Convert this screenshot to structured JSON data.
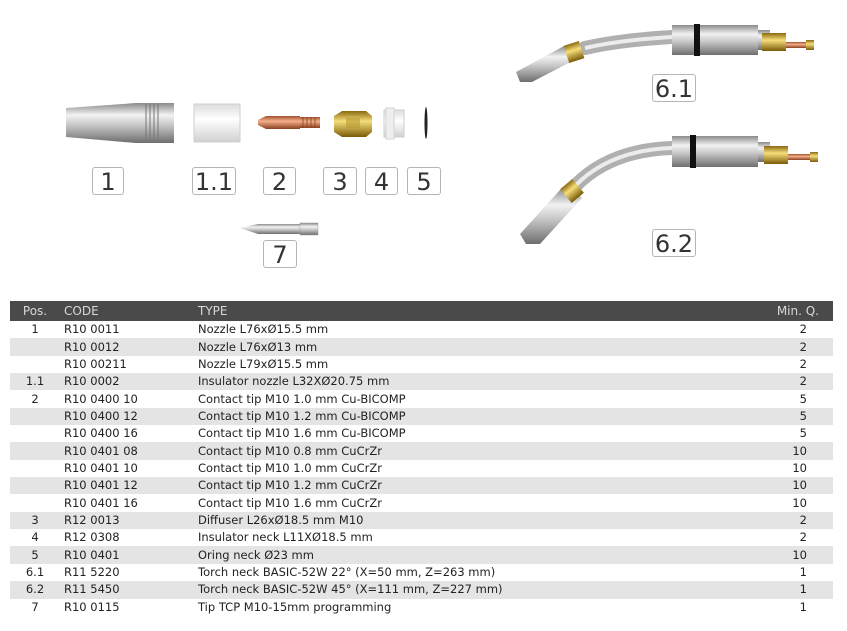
{
  "position_labels": [
    "1",
    "1.1",
    "2",
    "3",
    "4",
    "5",
    "7",
    "6.1",
    "6.2"
  ],
  "table": {
    "headers": {
      "pos": "Pos.",
      "code": "CODE",
      "type": "TYPE",
      "min_q": "Min. Q."
    },
    "rows": [
      {
        "pos": "1",
        "code": "R10 0011",
        "type": "Nozzle L76xØ15.5 mm",
        "min_q": "2"
      },
      {
        "pos": "",
        "code": "R10 0012",
        "type": "Nozzle L76xØ13 mm",
        "min_q": "2"
      },
      {
        "pos": "",
        "code": "R10 00211",
        "type": "Nozzle L79xØ15.5 mm",
        "min_q": "2"
      },
      {
        "pos": "1.1",
        "code": "R10 0002",
        "type": "Insulator nozzle  L32XØ20.75 mm",
        "min_q": "2"
      },
      {
        "pos": "2",
        "code": "R10 0400 10",
        "type": "Contact tip M10 1.0 mm Cu-BICOMP",
        "min_q": "5"
      },
      {
        "pos": "",
        "code": "R10 0400 12",
        "type": "Contact tip M10 1.2 mm Cu-BICOMP",
        "min_q": "5"
      },
      {
        "pos": "",
        "code": "R10 0400 16",
        "type": "Contact tip M10 1.6 mm Cu-BICOMP",
        "min_q": "5"
      },
      {
        "pos": "",
        "code": "R10 0401 08",
        "type": "Contact tip M10 0.8 mm CuCrZr",
        "min_q": "10"
      },
      {
        "pos": "",
        "code": "R10 0401 10",
        "type": "Contact tip M10 1.0 mm CuCrZr",
        "min_q": "10"
      },
      {
        "pos": "",
        "code": "R10 0401 12",
        "type": "Contact tip M10 1.2 mm CuCrZr",
        "min_q": "10"
      },
      {
        "pos": "",
        "code": "R10 0401 16",
        "type": "Contact tip M10 1.6 mm CuCrZr",
        "min_q": "10"
      },
      {
        "pos": "3",
        "code": "R12 0013",
        "type": "Diffuser L26xØ18.5 mm M10",
        "min_q": "2"
      },
      {
        "pos": "4",
        "code": "R12 0308",
        "type": "Insulator neck L11XØ18.5 mm",
        "min_q": "2"
      },
      {
        "pos": "5",
        "code": "R10 0401",
        "type": "Oring neck Ø23 mm",
        "min_q": "10"
      },
      {
        "pos": "6.1",
        "code": "R11 5220",
        "type": "Torch neck BASIC-52W 22° (X=50 mm, Z=263 mm)",
        "min_q": "1"
      },
      {
        "pos": "6.2",
        "code": "R11 5450",
        "type": "Torch neck BASIC-52W 45° (X=111 mm, Z=227 mm)",
        "min_q": "1"
      },
      {
        "pos": "7",
        "code": "R10 0115",
        "type": "Tip TCP M10-15mm programming",
        "min_q": "1"
      }
    ]
  }
}
